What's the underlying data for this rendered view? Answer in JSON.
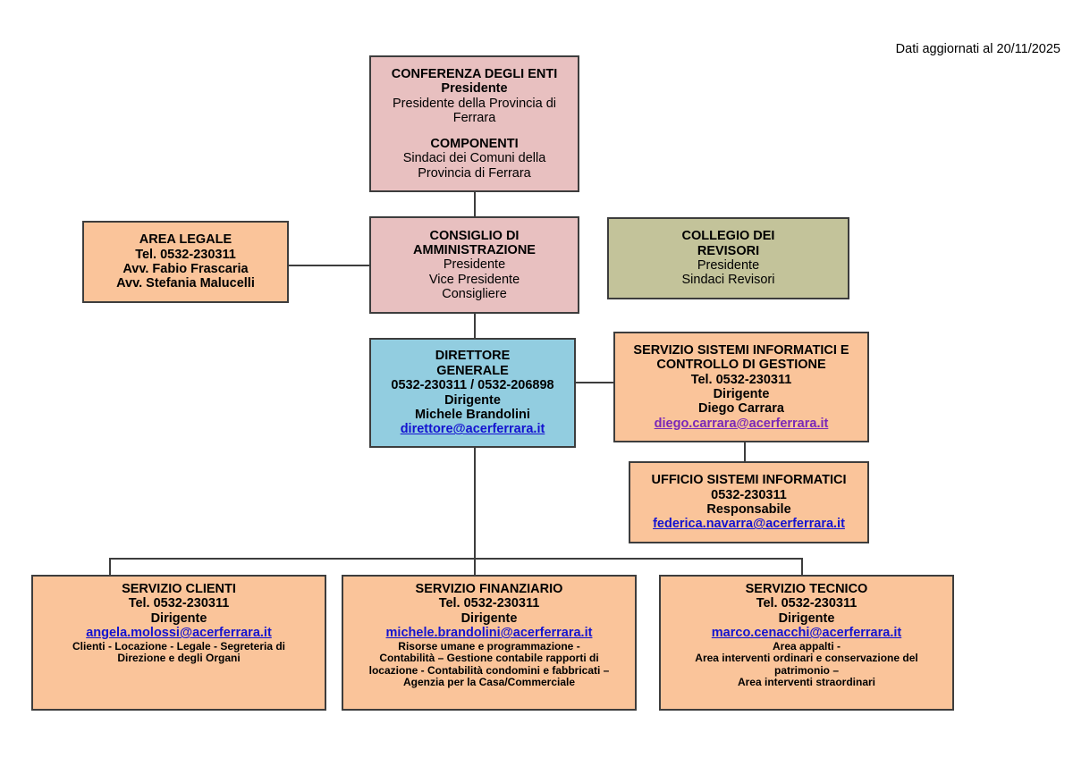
{
  "page": {
    "update_note": "Dati aggiornati al 20/11/2025"
  },
  "nodes": {
    "conferenza": {
      "title": "CONFERENZA DEGLI ENTI",
      "role": "Presidente",
      "holder_line1": "Presidente della Provincia di",
      "holder_line2": "Ferrara",
      "members_title": "COMPONENTI",
      "members_line1": "Sindaci dei Comuni della",
      "members_line2": "Provincia di Ferrara",
      "color": "#e8c0c0"
    },
    "area_legale": {
      "title": "AREA LEGALE",
      "phone": "Tel. 0532-230311",
      "person1": "Avv. Fabio Frascaria",
      "person2": "Avv. Stefania Malucelli",
      "color": "#fac49a"
    },
    "consiglio": {
      "title_line1": "CONSIGLIO DI",
      "title_line2": "AMMINISTRAZIONE",
      "role1": "Presidente",
      "role2": "Vice Presidente",
      "role3": "Consigliere",
      "color": "#e8c0c0"
    },
    "collegio": {
      "title_line1": "COLLEGIO DEI",
      "title_line2": "REVISORI",
      "role1": "Presidente",
      "role2": "Sindaci Revisori",
      "color": "#c3c39a"
    },
    "direttore": {
      "title_line1": "DIRETTORE",
      "title_line2": "GENERALE",
      "phone": "0532-230311 / 0532-206898",
      "role": "Dirigente",
      "person": "Michele Brandolini",
      "email": "direttore@acerferrara.it",
      "email_color": "#1313d0",
      "color": "#92cde0"
    },
    "sistemi_informatici": {
      "title_line1": "SERVIZIO SISTEMI INFORMATICI E",
      "title_line2": "CONTROLLO DI GESTIONE",
      "phone": "Tel. 0532-230311",
      "role": "Dirigente",
      "person": "Diego Carrara",
      "email": "diego.carrara@acerferrara.it",
      "email_color": "#7a28b8",
      "color": "#fac49a"
    },
    "ufficio_sistemi": {
      "title": "UFFICIO SISTEMI INFORMATICI",
      "phone": "0532-230311",
      "role": "Responsabile",
      "email": "federica.navarra@acerferrara.it",
      "email_color": "#1313d0",
      "color": "#fac49a"
    },
    "servizio_clienti": {
      "title": "SERVIZIO CLIENTI",
      "phone": "Tel. 0532-230311",
      "role": "Dirigente",
      "email": "angela.molossi@acerferrara.it",
      "email_color": "#1313d0",
      "duties_line1": "Clienti  -  Locazione  -  Legale  - Segreteria di",
      "duties_line2": "Direzione e degli Organi",
      "color": "#fac49a"
    },
    "servizio_finanziario": {
      "title": "SERVIZIO FINANZIARIO",
      "phone": "Tel. 0532-230311",
      "role": "Dirigente",
      "email": "michele.brandolini@acerferrara.it",
      "email_color": "#1313d0",
      "duties_line1": "Risorse umane e programmazione  -",
      "duties_line2": "Contabilità – Gestione contabile rapporti di",
      "duties_line3": "locazione -  Contabilità condomini e fabbricati –",
      "duties_line4": "Agenzia per la Casa/Commerciale",
      "color": "#fac49a"
    },
    "servizio_tecnico": {
      "title": "SERVIZIO TECNICO",
      "phone": "Tel. 0532-230311",
      "role": "Dirigente",
      "email": "marco.cenacchi@acerferrara.it",
      "email_color": "#1313d0",
      "duties_line1": "Area appalti -",
      "duties_line2": "Area interventi ordinari e conservazione del",
      "duties_line3": "patrimonio –",
      "duties_line4": "Area interventi straordinari",
      "color": "#fac49a"
    }
  }
}
